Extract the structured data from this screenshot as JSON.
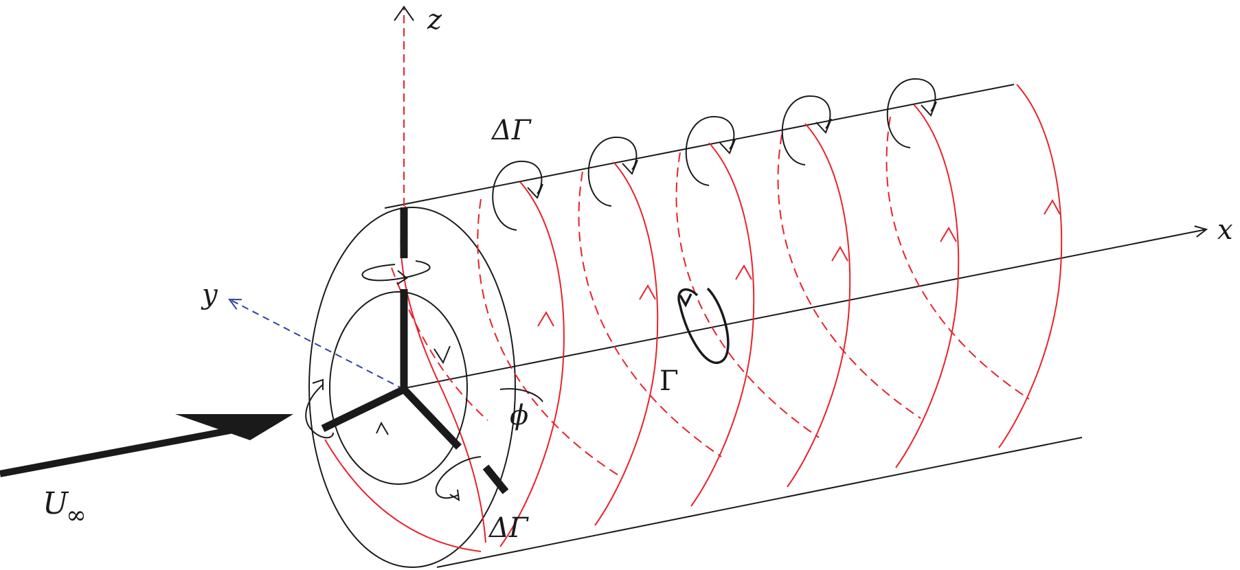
{
  "labels": {
    "z_axis": "z",
    "x_axis": "x",
    "y_axis": "y",
    "freestream": "U",
    "freestream_subscript": "∞",
    "shed_circulation_top": "ΔΓ",
    "shed_circulation_bottom": "ΔΓ",
    "bound_circulation": "Γ",
    "azimuth_angle": "ϕ"
  },
  "colors": {
    "ink": "#1a1a1a",
    "vortex_red": "#e8212a",
    "y_axis_blue": "#2e3f9e"
  }
}
